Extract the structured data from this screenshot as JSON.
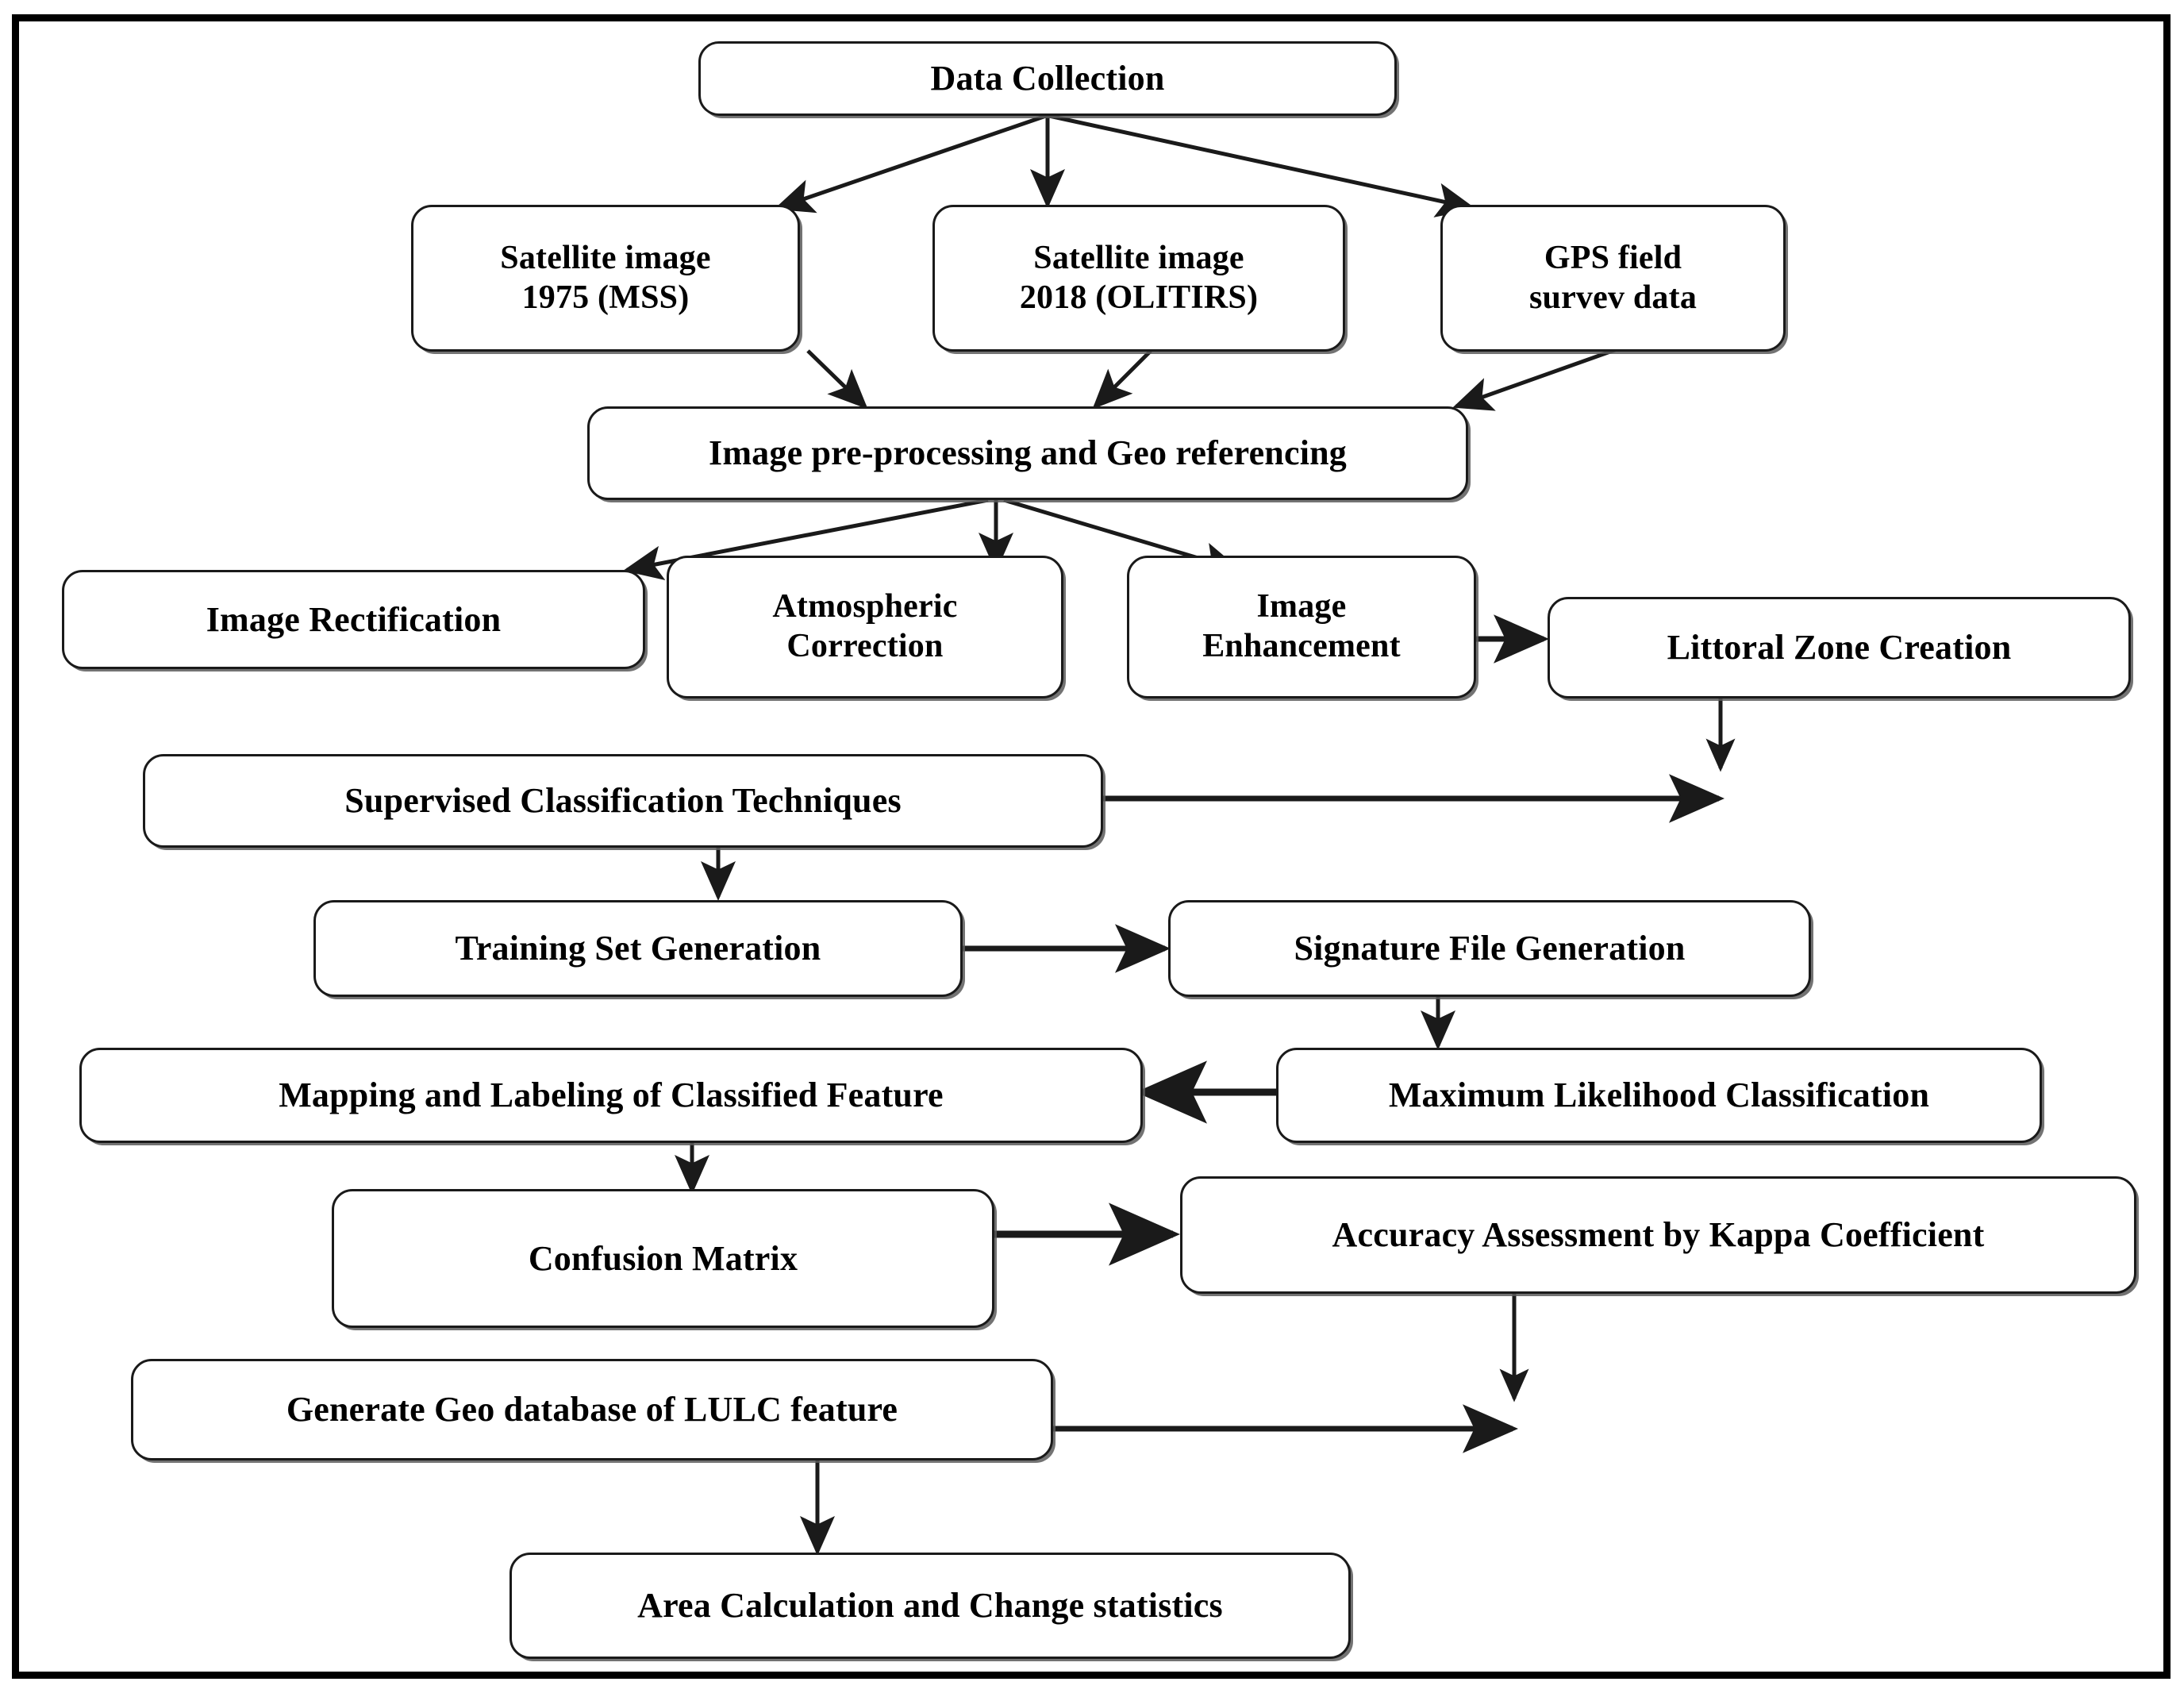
{
  "diagram": {
    "title": "LULC change detection methodology flowchart",
    "border_color": "#000000",
    "node_fill": "#ffffff",
    "node_stroke": "#1a1a1a",
    "text_color": "#000000",
    "arrow_color": "#1a1a1a"
  },
  "nodes": {
    "data_collection": "Data Collection",
    "satellite_1975": "Satellite image\n1975 (MSS)",
    "satellite_2018": "Satellite image\n2018 (OLITIRS)",
    "gps_survey": "GPS field\nsurvev data",
    "preprocessing": "Image pre-processing and Geo referencing",
    "image_rectification": "Image  Rectification",
    "atmospheric_correction": "Atmospheric\nCorrection",
    "image_enhancement": "Image\nEnhancement",
    "littoral_zone": "Littoral Zone Creation",
    "supervised_classification": "Supervised  Classification  Techniques",
    "training_set": "Training Set Generation",
    "signature_file": "Signature File Generation",
    "mapping_labeling": "Mapping and Labeling of Classified Feature",
    "maximum_likelihood": "Maximum Likelihood Classification",
    "confusion_matrix": "Confusion Matrix",
    "accuracy_assessment": "Accuracy  Assessment  by Kappa Coefficient",
    "geo_database": "Generate Geo database of LULC feature",
    "area_calculation": "Area Calculation and Change statistics"
  },
  "edges": [
    {
      "from": "data_collection",
      "to": "satellite_1975"
    },
    {
      "from": "data_collection",
      "to": "satellite_2018"
    },
    {
      "from": "data_collection",
      "to": "gps_survey"
    },
    {
      "from": "satellite_1975",
      "to": "preprocessing"
    },
    {
      "from": "satellite_2018",
      "to": "preprocessing"
    },
    {
      "from": "gps_survey",
      "to": "preprocessing"
    },
    {
      "from": "preprocessing",
      "to": "image_rectification"
    },
    {
      "from": "preprocessing",
      "to": "atmospheric_correction"
    },
    {
      "from": "preprocessing",
      "to": "image_enhancement"
    },
    {
      "from": "image_enhancement",
      "to": "littoral_zone"
    },
    {
      "from": "littoral_zone",
      "to": "junction_right"
    },
    {
      "from": "supervised_classification",
      "to": "junction_right"
    },
    {
      "from": "supervised_classification",
      "to": "training_set"
    },
    {
      "from": "training_set",
      "to": "signature_file"
    },
    {
      "from": "signature_file",
      "to": "maximum_likelihood"
    },
    {
      "from": "maximum_likelihood",
      "to": "mapping_labeling"
    },
    {
      "from": "mapping_labeling",
      "to": "confusion_matrix"
    },
    {
      "from": "confusion_matrix",
      "to": "accuracy_assessment"
    },
    {
      "from": "accuracy_assessment",
      "to": "junction_lower_right"
    },
    {
      "from": "geo_database",
      "to": "junction_lower_right"
    },
    {
      "from": "geo_database",
      "to": "area_calculation"
    }
  ]
}
